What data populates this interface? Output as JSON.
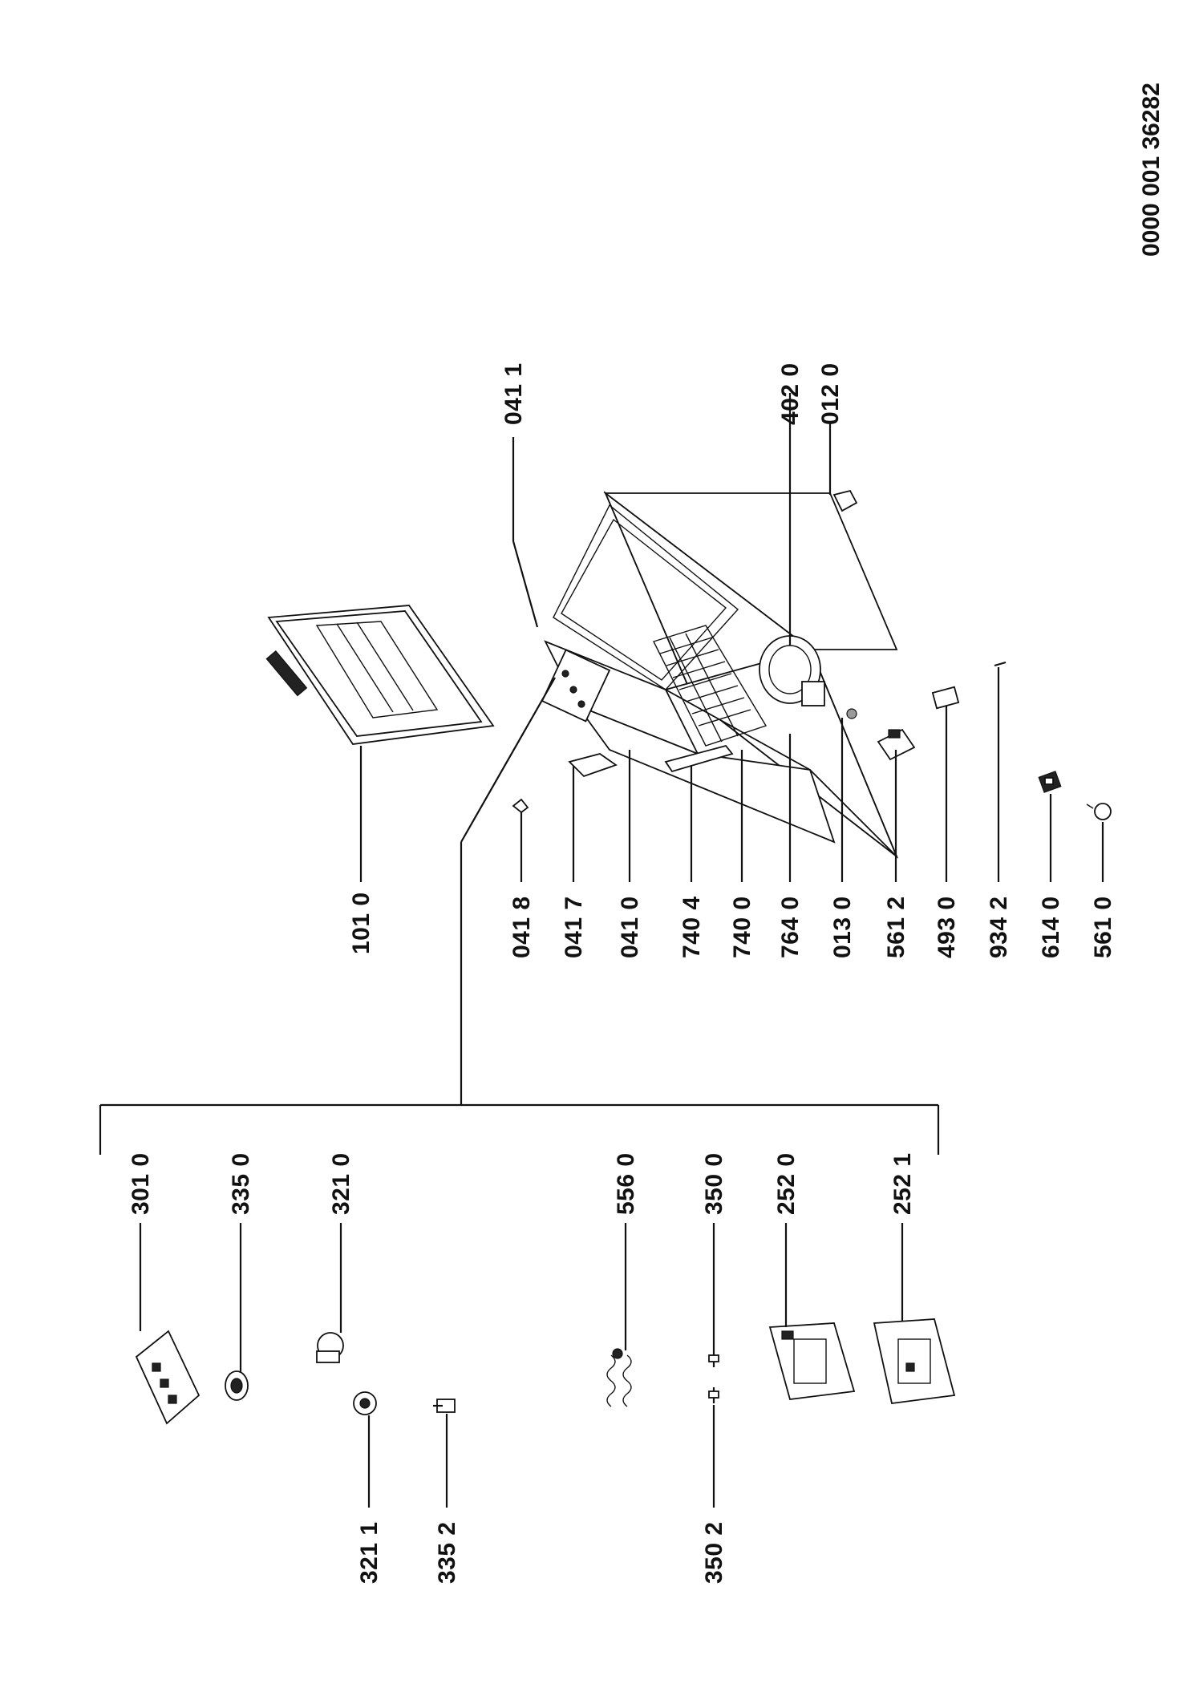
{
  "document": {
    "reference": "0000 001 36282"
  },
  "parts": [
    {
      "id": "p-101-0",
      "label": "101 0"
    },
    {
      "id": "p-041-1",
      "label": "041 1"
    },
    {
      "id": "p-402-0",
      "label": "402 0"
    },
    {
      "id": "p-012-0",
      "label": "012 0"
    },
    {
      "id": "p-041-8",
      "label": "041 8"
    },
    {
      "id": "p-041-7",
      "label": "041 7"
    },
    {
      "id": "p-041-0",
      "label": "041 0"
    },
    {
      "id": "p-740-4",
      "label": "740 4"
    },
    {
      "id": "p-740-0",
      "label": "740 0"
    },
    {
      "id": "p-764-0",
      "label": "764 0"
    },
    {
      "id": "p-013-0",
      "label": "013 0"
    },
    {
      "id": "p-561-2",
      "label": "561 2"
    },
    {
      "id": "p-493-0",
      "label": "493 0"
    },
    {
      "id": "p-934-2",
      "label": "934 2"
    },
    {
      "id": "p-614-0",
      "label": "614 0"
    },
    {
      "id": "p-561-0",
      "label": "561 0"
    },
    {
      "id": "p-301-0",
      "label": "301 0"
    },
    {
      "id": "p-335-0",
      "label": "335 0"
    },
    {
      "id": "p-321-0",
      "label": "321 0"
    },
    {
      "id": "p-556-0",
      "label": "556 0"
    },
    {
      "id": "p-350-0",
      "label": "350 0"
    },
    {
      "id": "p-252-0",
      "label": "252 0"
    },
    {
      "id": "p-252-1",
      "label": "252 1"
    },
    {
      "id": "p-321-1",
      "label": "321 1"
    },
    {
      "id": "p-335-2",
      "label": "335 2"
    },
    {
      "id": "p-350-2",
      "label": "350 2"
    }
  ]
}
